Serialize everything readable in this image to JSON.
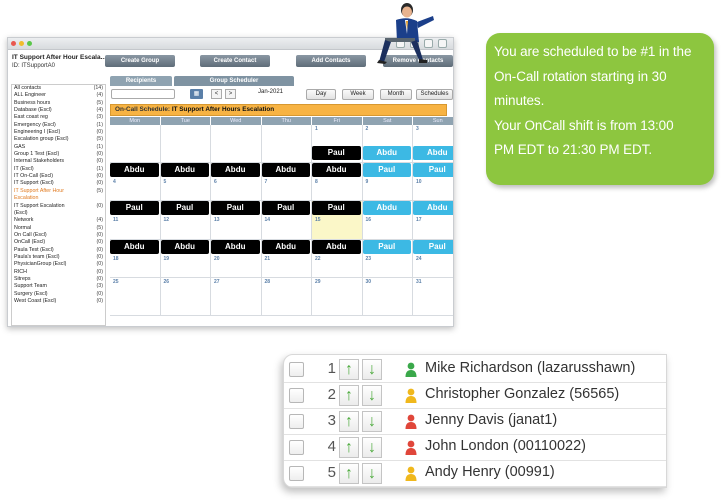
{
  "window": {
    "title": "IT Support After Hour Escala...",
    "id_label": "ID: ITSupportA0",
    "top_buttons": [
      "Create Group",
      "Create Contact",
      "Add Contacts",
      "Remove Contacts"
    ],
    "tabs": [
      "Recipients",
      "Group Scheduler"
    ]
  },
  "sidebar": {
    "items": [
      {
        "label": "All contacts",
        "count": "(14)"
      },
      {
        "label": "ALL Engineer",
        "count": "(4)"
      },
      {
        "label": "Business hours",
        "count": "(5)"
      },
      {
        "label": "Database (Escl)",
        "count": "(4)"
      },
      {
        "label": "East coast reg",
        "count": "(3)"
      },
      {
        "label": "Emergency (Escl)",
        "count": "(1)"
      },
      {
        "label": "Engineering I (Escl)",
        "count": "(0)"
      },
      {
        "label": "Escalation group (Escl)",
        "count": "(5)"
      },
      {
        "label": "GAS",
        "count": "(1)"
      },
      {
        "label": "Group 1 Test (Escl)",
        "count": "(0)"
      },
      {
        "label": "Internal Stakeholders",
        "count": "(0)"
      },
      {
        "label": "IT (Escl)",
        "count": "(1)"
      },
      {
        "label": "IT On-Call (Escl)",
        "count": "(0)"
      },
      {
        "label": "IT Support (Escl)",
        "count": "(0)"
      },
      {
        "label": "IT Support After Hour",
        "count": "(5)",
        "highlight": true
      },
      {
        "label": "Escalation",
        "count": "",
        "highlight": true
      },
      {
        "label": "IT Support Escalation",
        "count": "(0)"
      },
      {
        "label": "(Escl)",
        "count": ""
      },
      {
        "label": "Network",
        "count": "(4)"
      },
      {
        "label": "Normal",
        "count": "(5)"
      },
      {
        "label": "On Call (Escl)",
        "count": "(0)"
      },
      {
        "label": "OnCall (Escl)",
        "count": "(0)"
      },
      {
        "label": "Paula Test (Escl)",
        "count": "(0)"
      },
      {
        "label": "Paula's team (Escl)",
        "count": "(0)"
      },
      {
        "label": "PhysicianGroup (Escl)",
        "count": "(0)"
      },
      {
        "label": "RICH",
        "count": "(0)"
      },
      {
        "label": "Sitreps",
        "count": "(0)"
      },
      {
        "label": "Support Team",
        "count": "(3)"
      },
      {
        "label": "Surgery (Escl)",
        "count": "(0)"
      },
      {
        "label": "West Coast (Escl)",
        "count": "(0)"
      }
    ]
  },
  "toolbar": {
    "prev": "<",
    "next": ">",
    "month_label": "Jan-2021",
    "views": [
      "Day",
      "Week",
      "Month",
      "Schedules"
    ]
  },
  "banner": {
    "prefix": "On-Call Schedule:",
    "title": "IT Support After Hours Escalation"
  },
  "calendar": {
    "days": [
      "Mon",
      "Tue",
      "Wed",
      "Thu",
      "Fri",
      "Sat",
      "Sun"
    ],
    "weeks": [
      {
        "dates": [
          "",
          "",
          "",
          "",
          "1",
          "2",
          "3"
        ],
        "shifts": [
          "",
          "",
          "",
          "",
          "Paul",
          "Abdu",
          "Abdu"
        ],
        "styles": [
          "",
          "",
          "",
          "",
          "dark",
          "blue",
          "blue"
        ]
      },
      {
        "dates": [
          "4",
          "5",
          "6",
          "7",
          "8",
          "9",
          "10"
        ],
        "shifts": [
          "Abdu",
          "Abdu",
          "Abdu",
          "Abdu",
          "Abdu",
          "Paul",
          "Paul"
        ],
        "styles": [
          "dark",
          "dark",
          "dark",
          "dark",
          "dark",
          "blue",
          "blue"
        ]
      },
      {
        "dates": [
          "11",
          "12",
          "13",
          "14",
          "15",
          "16",
          "17"
        ],
        "shifts": [
          "Paul",
          "Paul",
          "Paul",
          "Paul",
          "Paul",
          "Abdu",
          "Abdu"
        ],
        "styles": [
          "dark",
          "dark",
          "dark",
          "dark",
          "dark",
          "blue",
          "blue"
        ]
      },
      {
        "dates": [
          "18",
          "19",
          "20",
          "21",
          "22",
          "23",
          "24"
        ],
        "shifts": [
          "Abdu",
          "Abdu",
          "Abdu",
          "Abdu",
          "Abdu",
          "Paul",
          "Paul"
        ],
        "styles": [
          "dark",
          "dark",
          "dark",
          "dark",
          "dark",
          "blue",
          "blue"
        ]
      },
      {
        "dates": [
          "25",
          "26",
          "27",
          "28",
          "29",
          "30",
          "31"
        ],
        "shifts": [
          "",
          "",
          "",
          "",
          "",
          "",
          ""
        ],
        "styles": [
          "",
          "",
          "",
          "",
          "",
          "",
          ""
        ]
      }
    ],
    "today_date": "15"
  },
  "notification": {
    "lines": [
      "You are scheduled to be #1 in the",
      "On-Call rotation starting in 30",
      "minutes.",
      "Your OnCall shift is from 13:00",
      "PM EDT to 21:30 PM EDT."
    ],
    "bubble_color": "#8dc63f"
  },
  "rotation": {
    "rows": [
      {
        "num": "1",
        "name": "Mike Richardson (lazarusshawn)",
        "person_color": "#3aa84a"
      },
      {
        "num": "2",
        "name": "Christopher Gonzalez (56565)",
        "person_color": "#f0b81c"
      },
      {
        "num": "3",
        "name": "Jenny Davis (janat1)",
        "person_color": "#e0463a"
      },
      {
        "num": "4",
        "name": "John London (00110022)",
        "person_color": "#e0463a"
      },
      {
        "num": "5",
        "name": "Andy Henry (00991)",
        "person_color": "#f0b81c"
      }
    ],
    "up_arrow": "↑",
    "down_arrow": "↓"
  }
}
